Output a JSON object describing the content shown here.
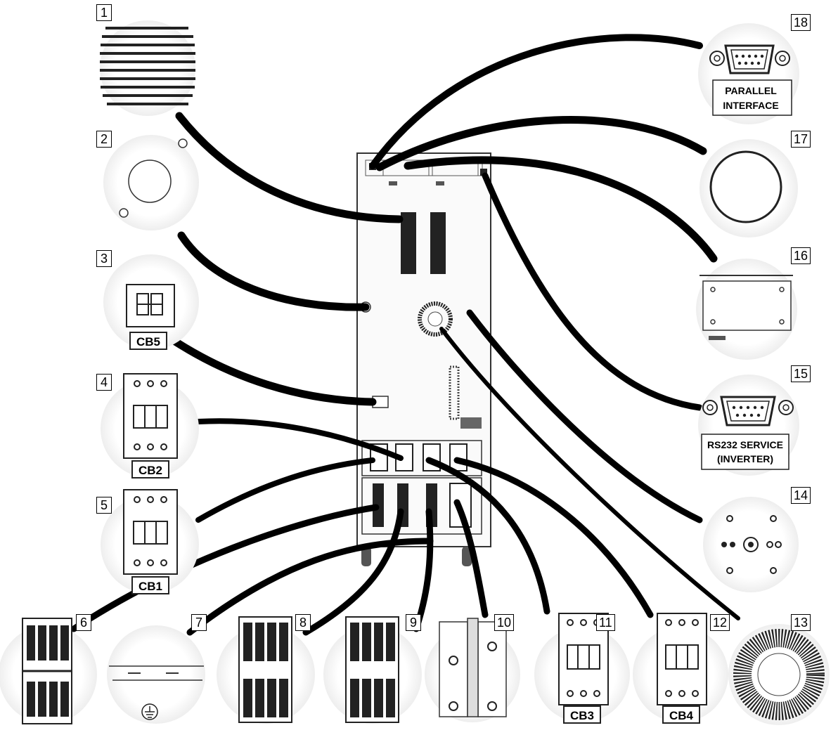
{
  "callouts": [
    {
      "number": "1",
      "name": "ventilation-grille"
    },
    {
      "number": "2",
      "name": "round-cover"
    },
    {
      "number": "3",
      "name": "breaker-cb5"
    },
    {
      "number": "4",
      "name": "breaker-cb2"
    },
    {
      "number": "5",
      "name": "breaker-cb1"
    },
    {
      "number": "6",
      "name": "terminal-block-1"
    },
    {
      "number": "7",
      "name": "ground-terminal"
    },
    {
      "number": "8",
      "name": "terminal-block-2"
    },
    {
      "number": "9",
      "name": "terminal-block-3"
    },
    {
      "number": "10",
      "name": "fuse-holder"
    },
    {
      "number": "11",
      "name": "breaker-cb3"
    },
    {
      "number": "12",
      "name": "breaker-cb4"
    },
    {
      "number": "13",
      "name": "fan"
    },
    {
      "number": "14",
      "name": "connector-holes"
    },
    {
      "number": "15",
      "name": "rs232-port"
    },
    {
      "number": "16",
      "name": "slot-cover"
    },
    {
      "number": "17",
      "name": "round-port-cover"
    },
    {
      "number": "18",
      "name": "parallel-port"
    }
  ],
  "labels": {
    "cb5": "CB5",
    "cb2": "CB2",
    "cb1": "CB1",
    "cb3": "CB3",
    "cb4": "CB4",
    "parallel_line1": "PARALLEL",
    "parallel_line2": "INTERFACE",
    "rs232_line1": "RS232 SERVICE",
    "rs232_line2": "(INVERTER)"
  },
  "colors": {
    "line": "#000000",
    "background": "#ffffff",
    "cabinet_stroke": "#333333"
  }
}
